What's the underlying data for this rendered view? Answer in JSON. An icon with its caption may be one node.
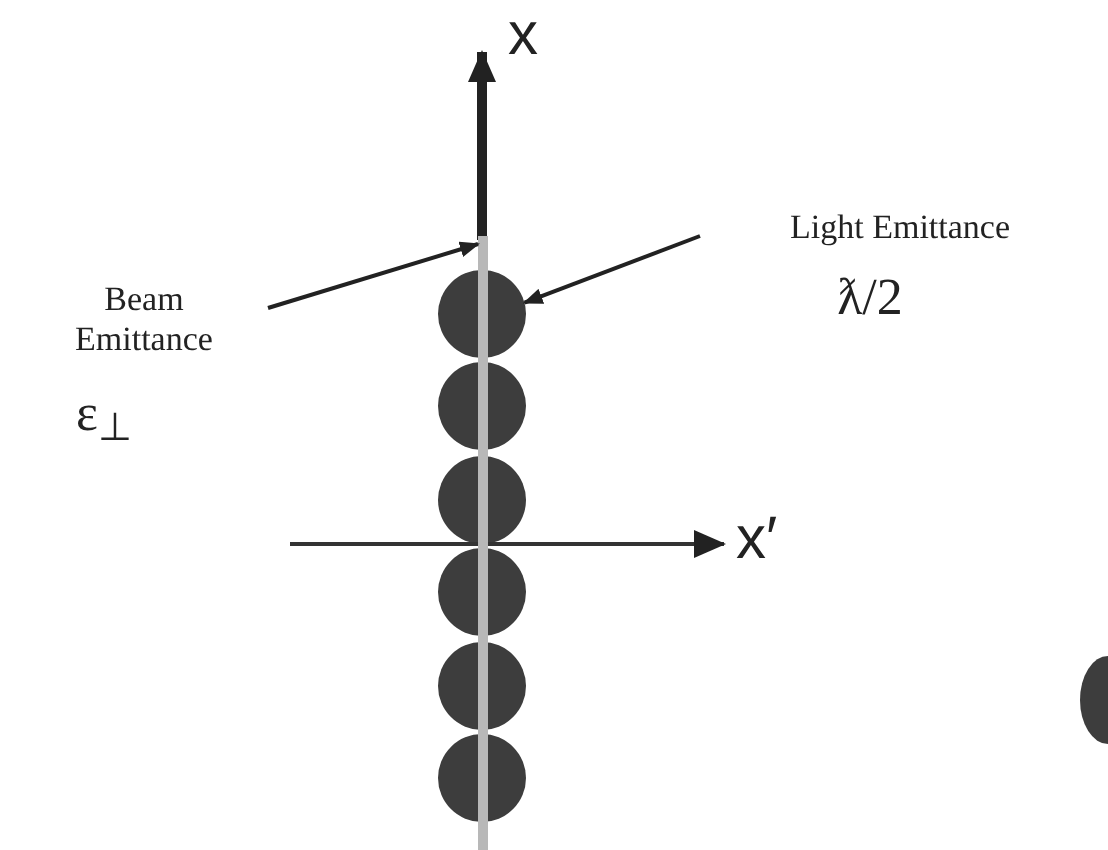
{
  "diagram": {
    "nodes": [
      {
        "text": [
          "Beam Emittance",
          "ε$_{⊥}$"
        ]
      },
      {
        "text": [
          "Light Emittance",
          "ƛ/2"
        ]
      },
      {
        "text": [],
        "shape": "bar"
      },
      {
        "text": [],
        "shape": "circle"
      }
    ],
    "edges": [
      {
        "from": 0,
        "to": 2,
        "arrow": "to"
      },
      {
        "from": 1,
        "to": 3,
        "arrow": "to"
      }
    ],
    "labels": [
      "x",
      "x′"
    ]
  }
}
